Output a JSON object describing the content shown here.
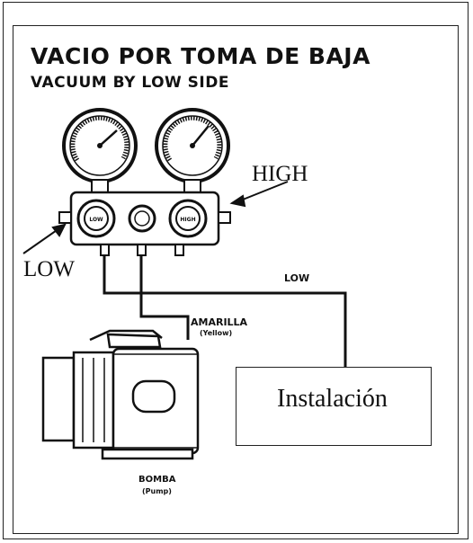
{
  "title": "VACIO POR TOMA DE BAJA",
  "subtitle": "VACUUM BY LOW SIDE",
  "labels": {
    "high": "HIGH",
    "low_side": "LOW",
    "low_hose": "LOW",
    "amarilla": "AMARILLA",
    "yellow": "(Yellow)",
    "bomba": "BOMBA",
    "pump": "(Pump)",
    "installation": "Instalación"
  },
  "gauges": {
    "low_knob": "LOW",
    "high_knob": "HIGH"
  }
}
